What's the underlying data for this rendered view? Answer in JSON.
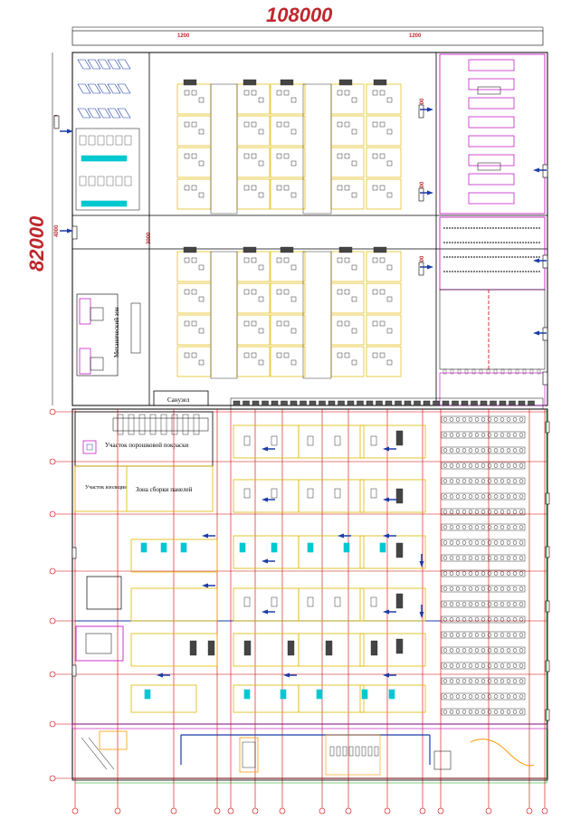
{
  "dimensions": {
    "total_width": "108000",
    "total_height": "82000",
    "bay_top_left": "1200",
    "bay_top_right": "1200",
    "gate_a": "4000",
    "gate_b": "4000",
    "gate_c": "4000",
    "gate_d": "4000",
    "corridor": "3000",
    "gate_e": "4000"
  },
  "rooms": {
    "mechanical_zone": "Механический зон",
    "sanitary": "Санузел",
    "powder_coating": "Участок порошковой покраски",
    "insulation": "Участок изоляции",
    "panel_assembly": "Зона сборки панелей"
  },
  "colors": {
    "wall": "#000000",
    "zone_border": "#e0b800",
    "magenta": "#c000c0",
    "axis": "#d00000",
    "cyan": "#00c8d0",
    "blue_arrow": "#1b3ca8",
    "green": "#00a000",
    "orange": "#ff9900"
  },
  "icons": [
    "arrow-icon",
    "gate-icon"
  ]
}
